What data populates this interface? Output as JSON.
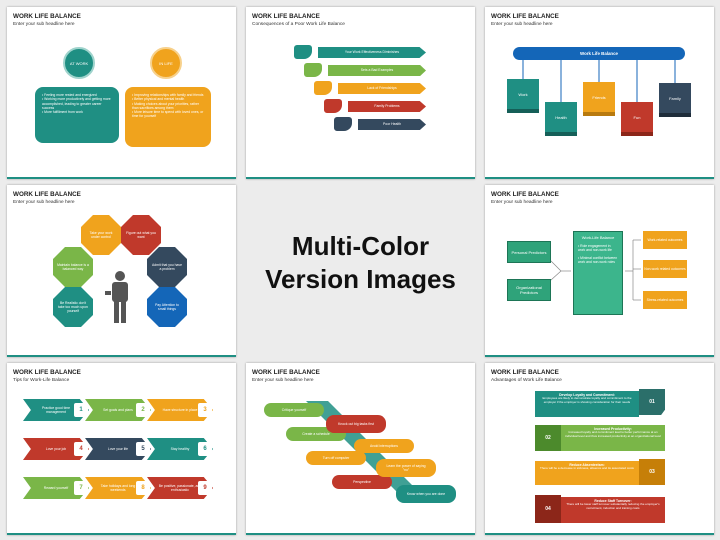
{
  "center": {
    "line1": "Multi-Color",
    "line2": "Version Images"
  },
  "colors": {
    "teal": "#1f8f83",
    "orange": "#f0a31d",
    "red": "#c0392b",
    "blue": "#1466b8",
    "navy": "#34495e",
    "green": "#7ab648",
    "darkteal": "#2b6f6a"
  },
  "slide1": {
    "title": "WORK LIFE BALANCE",
    "subtitle": "Enter your sub headline here",
    "left_head": "AT WORK",
    "right_head": "IN LIFE",
    "left_items": [
      "Feeling more rested and energized",
      "Working more productively and getting more accomplished, leading to greater career success",
      "More fulfillment from work"
    ],
    "right_items": [
      "Improving relationships with family and friends",
      "Better physical and mental health",
      "Making choices about your priorities, rather than sacrifices among them",
      "More leisure time to spend with loved ones, or time for yourself"
    ]
  },
  "slide2": {
    "title": "WORK LIFE BALANCE",
    "subtitle": "Consequences of a Poor Work Life Balance",
    "items": [
      "Your Work Effectiveness Diminishes",
      "Sets a Bad Examples",
      "Lack of Friendships",
      "Family Problems",
      "Poor Health"
    ]
  },
  "slide3": {
    "title": "WORK LIFE BALANCE",
    "subtitle": "Enter your sub headline here",
    "bar": "Work Life Balance",
    "items": [
      "Work",
      "Health",
      "Friends",
      "Fun",
      "Family"
    ]
  },
  "slide4": {
    "title": "WORK LIFE BALANCE",
    "subtitle": "Enter your sub headline here",
    "items": [
      "Take your work under control",
      "Figure out what you want",
      "Admit that you have a problem",
      "Pay Attention to small things",
      "Be Realistic don't take too much upon yourself",
      "Maintain balance is a balanced way"
    ]
  },
  "slide5": {
    "title": "WORK LIFE BALANCE",
    "subtitle": "Enter your sub headline here",
    "left": [
      "Personal Predictors",
      "Organizational Predictors"
    ],
    "mid_head": "Work-Life Balance",
    "mid_items": [
      "Role engagement in work and non-work life",
      "Minimal conflict between work and non-work roles"
    ],
    "right": [
      "Work-related outcomes",
      "Non-work related outcomes",
      "Stress-related outcomes"
    ]
  },
  "slide6": {
    "title": "WORK LIFE BALANCE",
    "subtitle": "Tips for Work-Life Balance",
    "rows": [
      {
        "items": [
          "Practice good time management",
          "Set goals and plans",
          "Have structure in place"
        ],
        "nums": [
          "1",
          "2",
          "3"
        ]
      },
      {
        "items": [
          "Love your job",
          "Love your life",
          "Stay healthy"
        ],
        "nums": [
          "4",
          "5",
          "6"
        ]
      },
      {
        "items": [
          "Reward yourself",
          "Take holidays and long weekends",
          "Be positive, passionate, and enthusiastic"
        ],
        "nums": [
          "7",
          "8",
          "9"
        ]
      }
    ]
  },
  "slide7": {
    "title": "WORK LIFE BALANCE",
    "subtitle": "Enter your sub headline here",
    "left": [
      "Critique yourself",
      "Create a schedule",
      "Turn off computer",
      "Perspective"
    ],
    "right": [
      "Knock out big tasks first",
      "Avoid interruptions",
      "Learn the power of saying \"no\"",
      "Know when you are done"
    ]
  },
  "slide8": {
    "title": "WORK LIFE BALANCE",
    "subtitle": "Advantages of Work Life Balance",
    "items": [
      {
        "num": "01",
        "head": "Develop Loyalty and Commitment:",
        "body": "Employees are likely to demonstrate loyalty and commitment to the employer if the employer is showing consideration for their needs"
      },
      {
        "num": "02",
        "head": "Increased Productivity:",
        "body": "Increased loyalty and commitment lead to better performance at an individual level and thus increased productivity at an organizational level"
      },
      {
        "num": "03",
        "head": "Reduce Absenteeism:",
        "body": "There will be a decrease in sickness, absence and its associated costs"
      },
      {
        "num": "04",
        "head": "Reduce Staff Turnover:",
        "body": "There will be lower staff turnover substantially reducing the employer's recruitment, induction and training costs"
      }
    ]
  }
}
